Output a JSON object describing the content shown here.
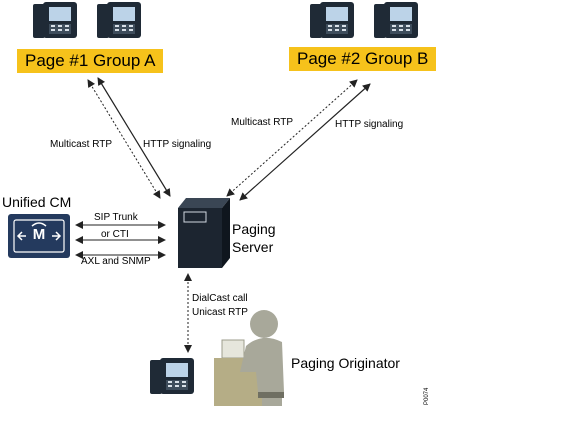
{
  "groups": [
    {
      "label": "Page #1 Group A"
    },
    {
      "label": "Page #2 Group B"
    }
  ],
  "links": {
    "group_a_media": "Multicast RTP",
    "group_a_signal": "HTTP signaling",
    "group_b_media": "Multicast RTP",
    "group_b_signal": "HTTP signaling",
    "sip_trunk": "SIP Trunk",
    "or_cti": "or CTI",
    "axl_snmp": "AXL and SNMP",
    "dialcast_call": "DialCast call",
    "unicast_rtp": "Unicast RTP"
  },
  "nodes": {
    "unified_cm": "Unified CM",
    "unified_cm_glyph": "M",
    "paging_server_line1": "Paging",
    "paging_server_line2": "Server",
    "originator": "Paging Originator"
  },
  "figure_id": "P0074",
  "colors": {
    "label_bg": "#f6c21b",
    "device_dark": "#1f2a36",
    "device_screen": "#bcd3e8",
    "cm_blue": "#243a5e",
    "person_gray": "#a8a89a",
    "desk_tan": "#b5ad86"
  }
}
